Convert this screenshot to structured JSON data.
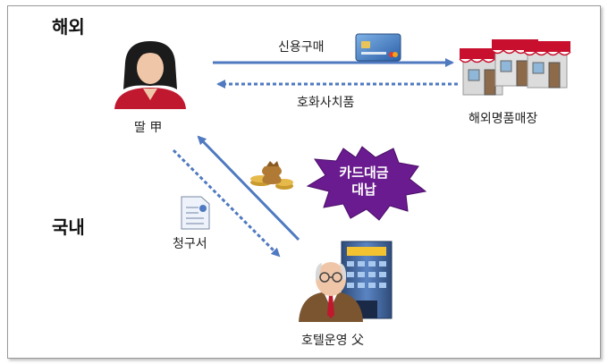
{
  "regions": {
    "overseas": "해외",
    "domestic": "국내"
  },
  "labels": {
    "credit_purchase": "신용구매",
    "luxury_goods": "호화사치품",
    "store": "해외명품매장",
    "daughter": "딸 甲",
    "invoice": "청구서",
    "father": "호텔운영 父",
    "repayment_line1": "카드대금",
    "repayment_line2": "대납"
  },
  "icons": {
    "daughter": "woman-avatar-icon",
    "store": "shop-icon",
    "card": "credit-card-icon",
    "invoice": "invoice-document-icon",
    "money": "money-bag-icon",
    "hotel": "hotel-building-icon",
    "father": "old-man-avatar-icon"
  },
  "colors": {
    "arrow": "#4f79c0",
    "burst": "#6a1b8f",
    "store_awning": "#c8102e"
  }
}
